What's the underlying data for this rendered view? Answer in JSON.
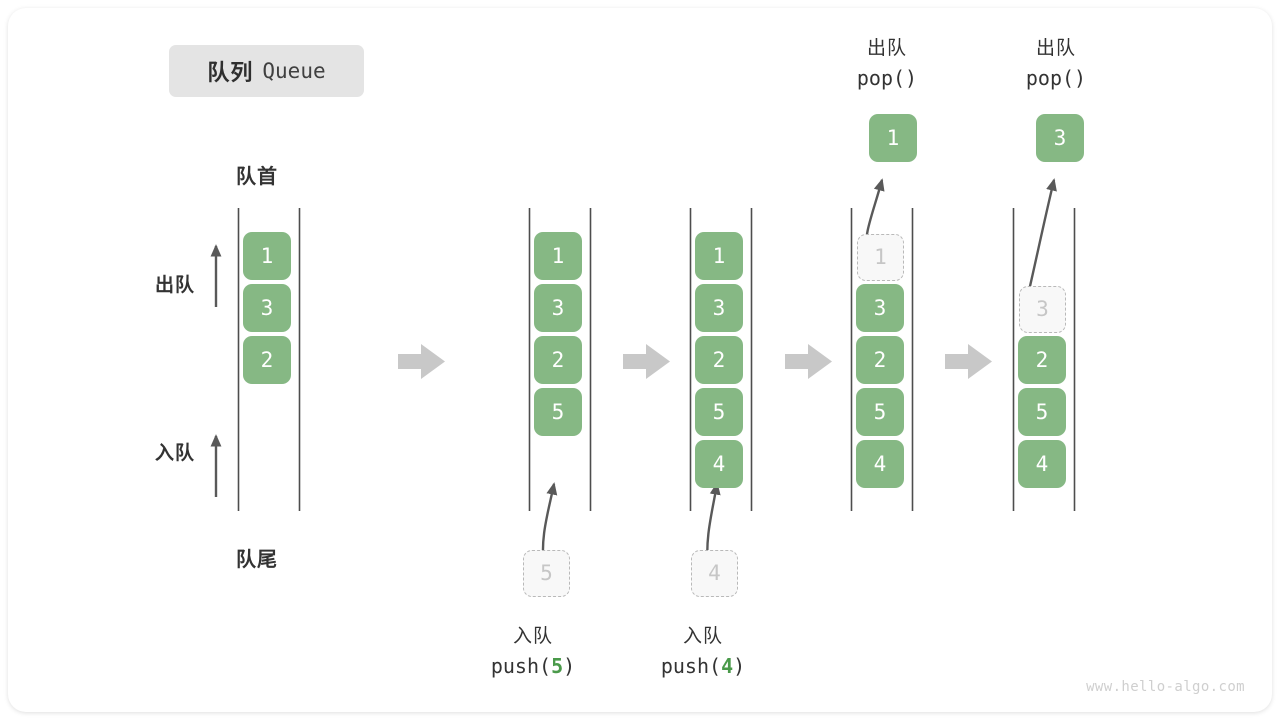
{
  "title": {
    "cn": "队列",
    "en": "Queue"
  },
  "labels": {
    "front": "队首",
    "rear": "队尾",
    "dequeue": "出队",
    "enqueue": "入队"
  },
  "colors": {
    "cell_fill": "#86b884",
    "cell_text": "#ffffff",
    "ghost_fill": "#f8f8f8",
    "ghost_border": "#b9b9b9",
    "ghost_text": "#c6c6c6",
    "rail": "#4d4d4d",
    "arrow_gray": "#c8c8c8",
    "arrow_dark": "#595959",
    "badge_bg": "#e4e4e4",
    "highlight_green": "#4a9a4a"
  },
  "steps": [
    {
      "name": "initial",
      "cells": [
        "1",
        "3",
        "2"
      ],
      "ghost": null,
      "floating": null,
      "caption": null
    },
    {
      "name": "push-5",
      "cells": [
        "1",
        "3",
        "2",
        "5"
      ],
      "ghost": {
        "value": "5",
        "position": "below"
      },
      "floating": null,
      "caption": {
        "cn": "入队",
        "code_pre": "push(",
        "code_arg": "5",
        "code_post": ")"
      }
    },
    {
      "name": "push-4",
      "cells": [
        "1",
        "3",
        "2",
        "5",
        "4"
      ],
      "ghost": {
        "value": "4",
        "position": "below"
      },
      "floating": null,
      "caption": {
        "cn": "入队",
        "code_pre": "push(",
        "code_arg": "4",
        "code_post": ")"
      }
    },
    {
      "name": "pop-1",
      "cells": [
        "3",
        "2",
        "5",
        "4"
      ],
      "ghost": {
        "value": "1",
        "position": "slot0"
      },
      "floating": {
        "value": "1"
      },
      "caption_top": {
        "cn": "出队",
        "code": "pop()"
      }
    },
    {
      "name": "pop-3",
      "cells": [
        "2",
        "5",
        "4"
      ],
      "ghost": {
        "value": "3",
        "position": "slot1"
      },
      "floating": {
        "value": "3"
      },
      "caption_top": {
        "cn": "出队",
        "code": "pop()"
      }
    }
  ],
  "watermark": "www.hello-algo.com"
}
